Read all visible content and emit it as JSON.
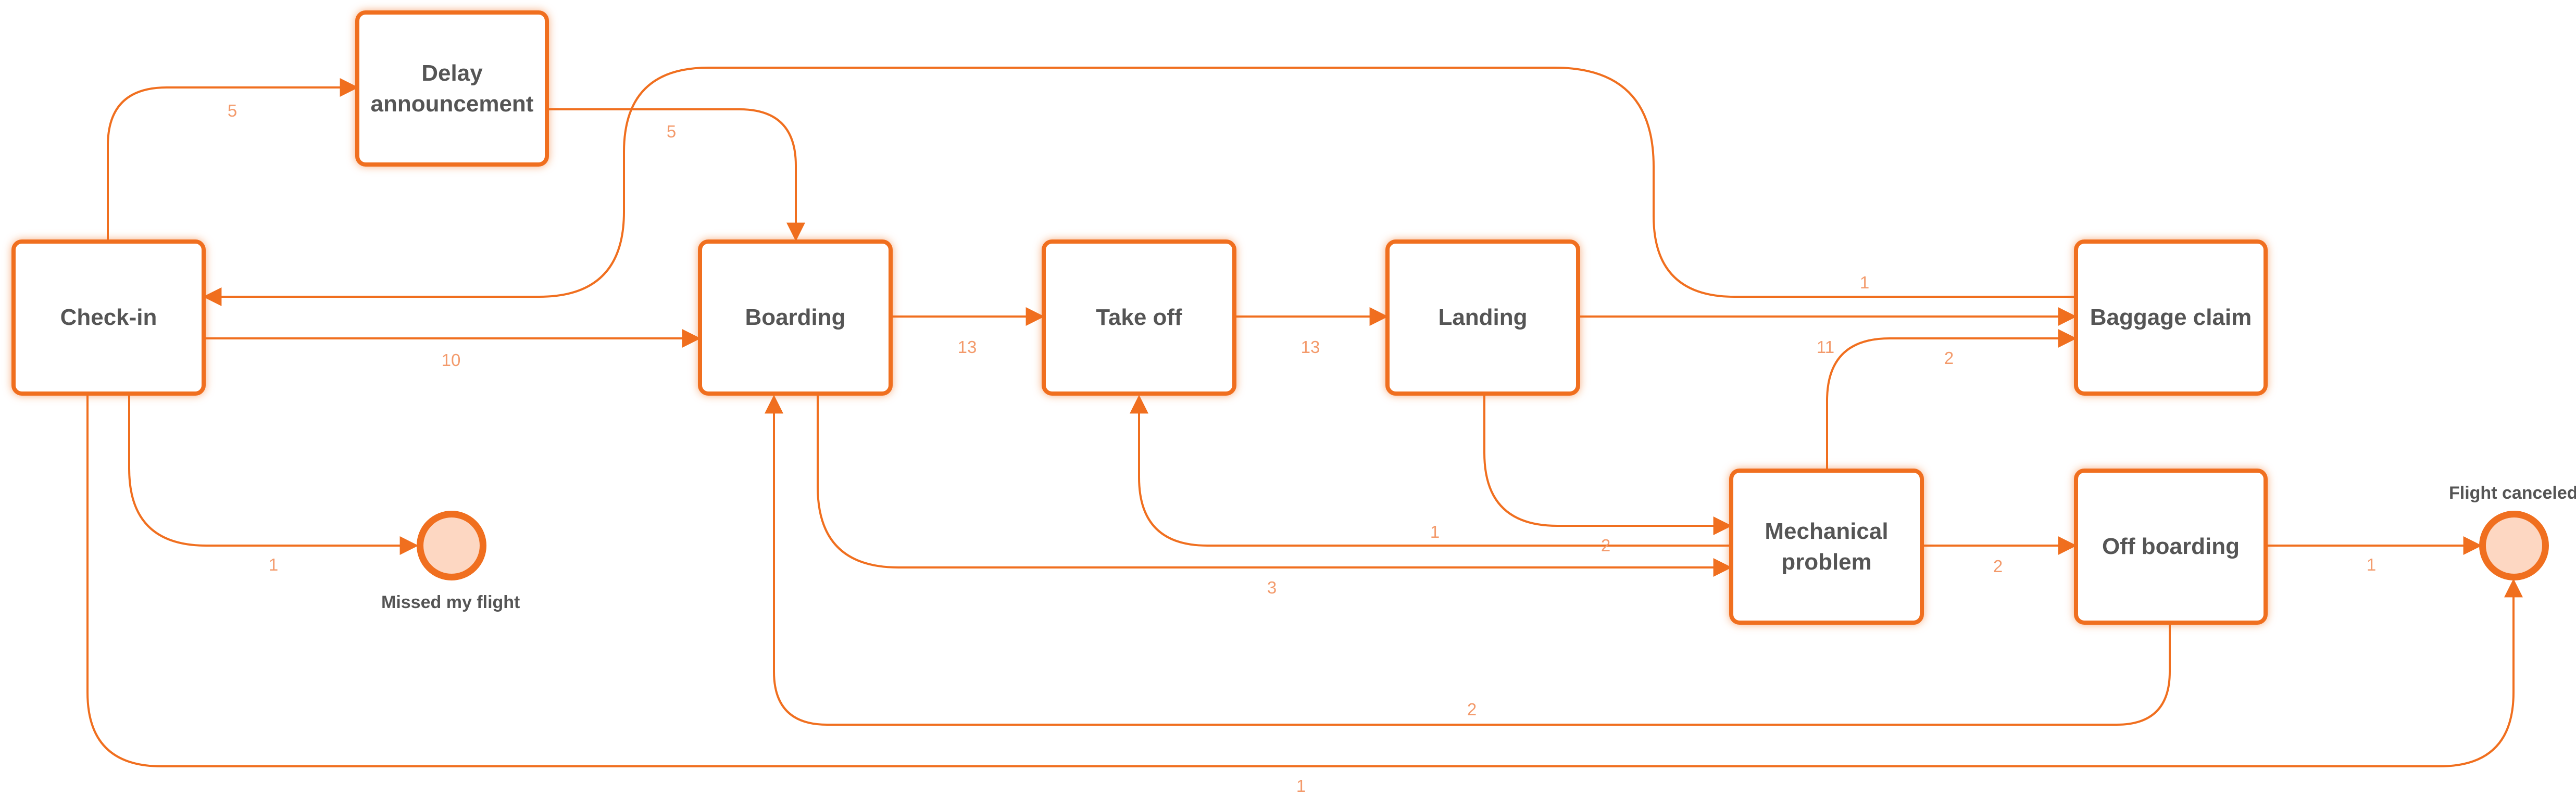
{
  "colors": {
    "accent": "#f06f1f",
    "end_fill": "#fdd7c2",
    "edge_label": "#f39a6b",
    "node_text": "#555555"
  },
  "nodes": {
    "delay": "Delay\nannouncement",
    "checkin": "Check-in",
    "boarding": "Boarding",
    "takeoff": "Take off",
    "landing": "Landing",
    "baggage": "Baggage claim",
    "mechanical": "Mechanical\nproblem",
    "offboarding": "Off boarding"
  },
  "end_states": {
    "missed": "Missed my flight",
    "canceled": "Flight canceled"
  },
  "edges": [
    {
      "from": "Check-in",
      "to": "Delay announcement",
      "count": "5"
    },
    {
      "from": "Delay announcement",
      "to": "Boarding",
      "count": "5"
    },
    {
      "from": "Check-in",
      "to": "Boarding",
      "count": "10"
    },
    {
      "from": "Boarding",
      "to": "Take off",
      "count": "13"
    },
    {
      "from": "Take off",
      "to": "Landing",
      "count": "13"
    },
    {
      "from": "Landing",
      "to": "Baggage claim",
      "count": "11"
    },
    {
      "from": "Baggage claim",
      "to": "Check-in",
      "count": "1"
    },
    {
      "from": "Mechanical problem",
      "to": "Baggage claim",
      "count": "2"
    },
    {
      "from": "Check-in",
      "to": "Missed my flight",
      "count": "1"
    },
    {
      "from": "Mechanical problem",
      "to": "Take off",
      "count": "1"
    },
    {
      "from": "Landing",
      "to": "Mechanical problem",
      "count": "2"
    },
    {
      "from": "Boarding",
      "to": "Mechanical problem",
      "count": "3"
    },
    {
      "from": "Mechanical problem",
      "to": "Off boarding",
      "count": "2"
    },
    {
      "from": "Off boarding",
      "to": "Flight canceled",
      "count": "1"
    },
    {
      "from": "Off boarding",
      "to": "Boarding",
      "count": "2"
    },
    {
      "from": "Check-in",
      "to": "Flight canceled",
      "count": "1"
    }
  ]
}
